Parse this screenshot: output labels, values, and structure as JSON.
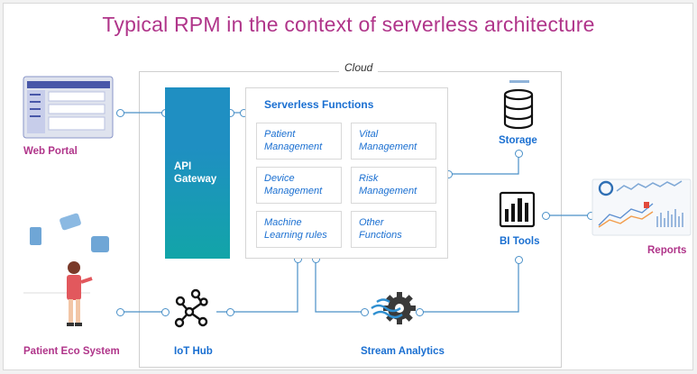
{
  "title": "Typical RPM in the context of serverless architecture",
  "cloud_label": "Cloud",
  "api_gateway": "API\nGateway",
  "serverless_title": "Serverless Functions",
  "functions": [
    "Patient\nManagement",
    "Vital\nManagement",
    "Device\nManagement",
    "Risk\nManagement",
    "Machine\nLearning rules",
    "Other\nFunctions"
  ],
  "labels": {
    "web_portal": "Web Portal",
    "patient_eco": "Patient Eco System",
    "iot_hub": "IoT Hub",
    "stream_analytics": "Stream Analytics",
    "storage": "Storage",
    "bi_tools": "BI Tools",
    "reports": "Reports"
  },
  "colors": {
    "title": "#b0358a",
    "accent_blue": "#1a6fd1",
    "gateway_top": "#1f8fc2",
    "gateway_bottom": "#12a5a8"
  },
  "icons": {
    "web_portal": "browser-window-icon",
    "patient": "person-with-chat-bubbles-icon",
    "iot_hub": "network-nodes-icon",
    "stream": "gear-with-waves-icon",
    "storage": "database-icon",
    "bi": "power-bi-icon",
    "reports": "dashboard-charts-icon"
  }
}
